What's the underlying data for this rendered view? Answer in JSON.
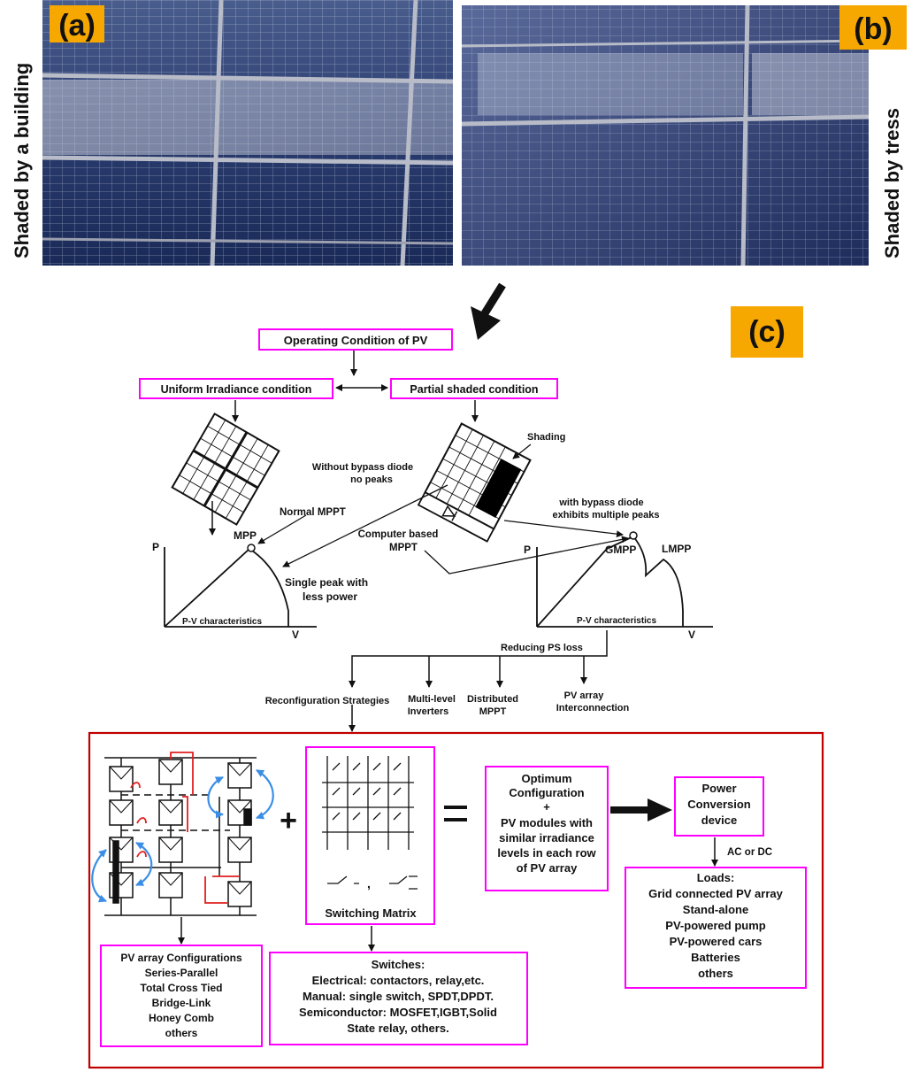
{
  "photos": {
    "a_label": "(a)",
    "a_side": "Shaded by a building",
    "b_label": "(b)",
    "b_side": "Shaded by tress"
  },
  "diagram": {
    "c_label": "(c)",
    "operating": "Operating Condition of PV",
    "uniform": "Uniform Irradiance condition",
    "partial": "Partial shaded condition",
    "shading": "Shading",
    "without_bypass_1": "Without bypass diode",
    "without_bypass_2": "no peaks",
    "with_bypass_1": "with bypass diode",
    "with_bypass_2": "exhibits multiple peaks",
    "normal_mppt": "Normal MPPT",
    "computer_mppt_1": "Computer based",
    "computer_mppt_2": "MPPT",
    "mpp": "MPP",
    "gmpp": "GMPP",
    "lmpp": "LMPP",
    "single_peak_1": "Single peak with",
    "single_peak_2": "less power",
    "pv_char": "P-V characteristics",
    "p_axis": "P",
    "v_axis": "V",
    "reducing": "Reducing PS loss",
    "reconfig": "Reconfiguration Strategies",
    "multilevel_1": "Multi-level",
    "multilevel_2": "Inverters",
    "distributed_1": "Distributed",
    "distributed_2": "MPPT",
    "interconnect_1": "PV array",
    "interconnect_2": "Interconnection"
  },
  "bottom": {
    "plus": "+",
    "equals": "=",
    "switching_matrix": "Switching Matrix",
    "comma": ",",
    "optimum": [
      "Optimum",
      "Configuration",
      "+",
      "PV modules with",
      "similar irradiance",
      "levels in each row",
      "of PV array"
    ],
    "power_conv": [
      "Power",
      "Conversion",
      "device"
    ],
    "ac_dc": "AC or DC",
    "loads": [
      "Loads:",
      "Grid connected PV array",
      "Stand-alone",
      "PV-powered pump",
      "PV-powered cars",
      "Batteries",
      "others"
    ],
    "configs": [
      "PV array Configurations",
      "Series-Parallel",
      "Total Cross Tied",
      "Bridge-Link",
      "Honey Comb",
      "others"
    ],
    "switches": [
      "Switches:",
      "Electrical: contactors, relay,etc.",
      "Manual: single switch, SPDT,DPDT.",
      "Semiconductor: MOSFET,IGBT,Solid",
      "State relay, others."
    ]
  },
  "colors": {
    "magenta": "#ff00ff",
    "dark_red": "#c00000",
    "orange": "#f6a800",
    "blue_arrow": "#3a8ee6",
    "red_wire": "#e02020",
    "panel_blue": "#1c2c5c"
  }
}
